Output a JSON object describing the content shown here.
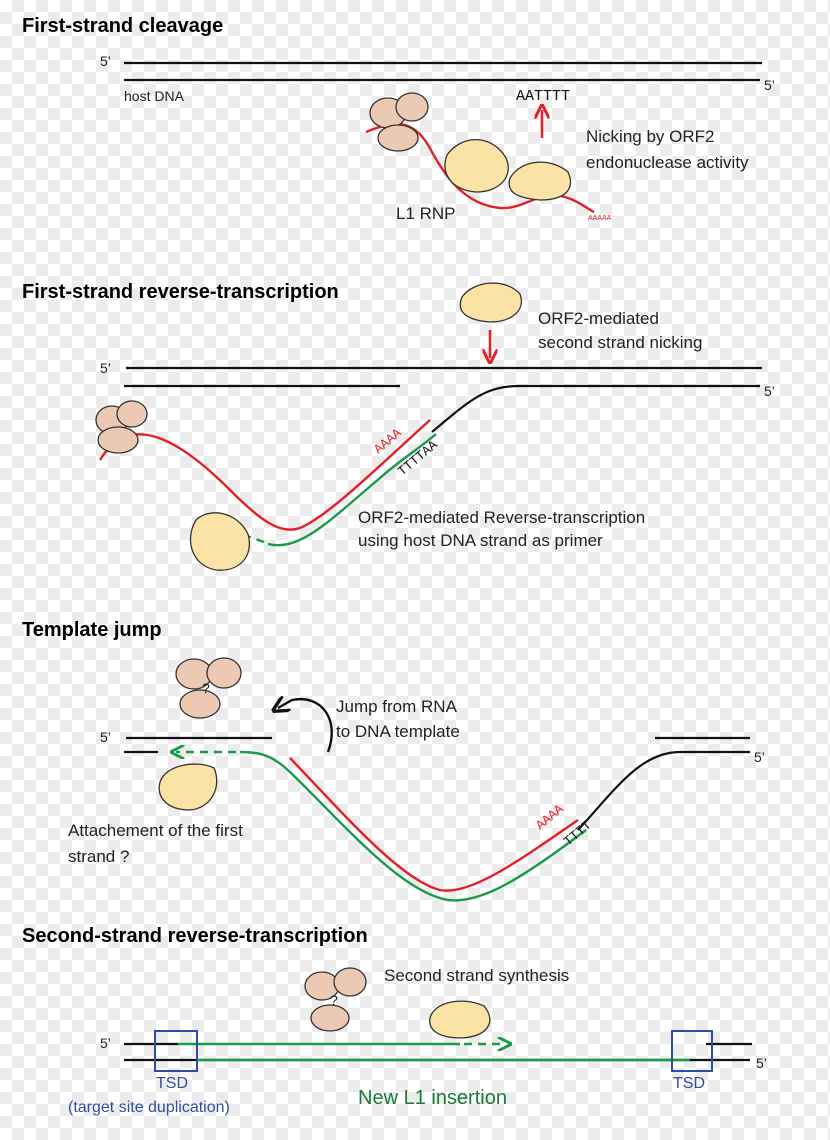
{
  "panels": {
    "p1": {
      "title": "First-strand cleavage",
      "five_prime_top": "5’",
      "five_prime_bottom": "5’",
      "host_dna": "host DNA",
      "motif": "AATTTT",
      "nicking": [
        "Nicking by ORF2",
        "endonuclease activity"
      ],
      "rnp": "L1 RNP",
      "polya": "AAAAA"
    },
    "p2": {
      "title": "First-strand reverse-transcription",
      "five_prime_top": "5’",
      "five_prime_bottom": "5’",
      "second_nick": [
        "ORF2-mediated",
        "second strand nicking"
      ],
      "polya": "AAAA",
      "t_run": "TTTTAA",
      "rt_text": [
        "ORF2-mediated Reverse-transcription",
        "using host DNA strand as primer"
      ]
    },
    "p3": {
      "title": "Template jump",
      "five_prime_left": "5’",
      "five_prime_right": "5’",
      "question": "?",
      "jump": [
        "Jump from RNA",
        "to DNA template"
      ],
      "attach": [
        "Attachement of the first",
        "strand ?"
      ],
      "polya": "AAAA",
      "t_run": "TTTT"
    },
    "p4": {
      "title": "Second-strand reverse-transcription",
      "five_prime_left": "5’",
      "five_prime_right": "5’",
      "question": "?",
      "synthesis": "Second strand synthesis",
      "tsd_left": "TSD",
      "tsd_right": "TSD",
      "tsd_full": "(target site duplication)",
      "insertion": "New L1 insertion"
    }
  },
  "colors": {
    "rna": "#e0202a",
    "cdna": "#1a9a4a",
    "dna": "#111111",
    "orf2": "#fbe3a6",
    "ribosome": "#ecc9b3",
    "tsd": "#2e4fa0"
  }
}
